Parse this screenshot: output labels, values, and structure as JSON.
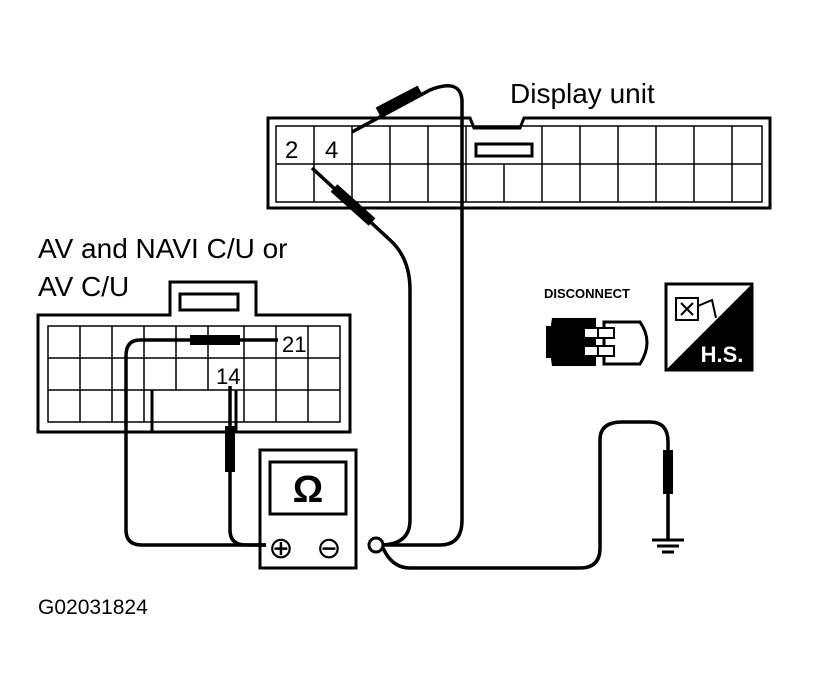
{
  "labels": {
    "display_unit": "Display unit",
    "av_navi_line1": "AV and NAVI C/U or",
    "av_navi_line2": "AV C/U",
    "figure_id": "G02031824"
  },
  "pins": {
    "display_pin_a": "2",
    "display_pin_b": "4",
    "av_pin_a": "21",
    "av_pin_b": "14"
  },
  "meter": {
    "symbol": "Ω",
    "plus": "⊕",
    "minus": "⊖"
  },
  "badges": {
    "disconnect": "DISCONNECT",
    "harness_side": "H.S."
  },
  "colors": {
    "ink": "#000000",
    "paper": "#ffffff"
  }
}
